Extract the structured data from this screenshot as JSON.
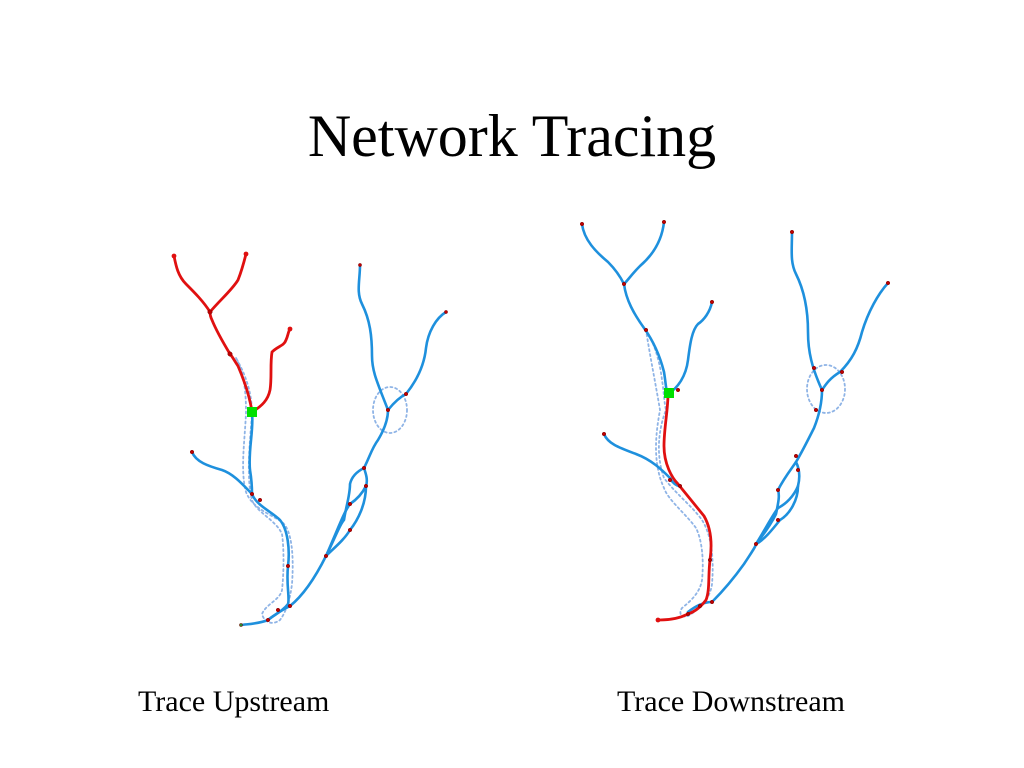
{
  "title": "Network Tracing",
  "panels": [
    {
      "caption": "Trace Upstream"
    },
    {
      "caption": "Trace Downstream"
    }
  ],
  "colors": {
    "network": "#1e90dd",
    "trace": "#e01010",
    "buffer": "#8fb4e6",
    "start_flag": "#00e000"
  }
}
